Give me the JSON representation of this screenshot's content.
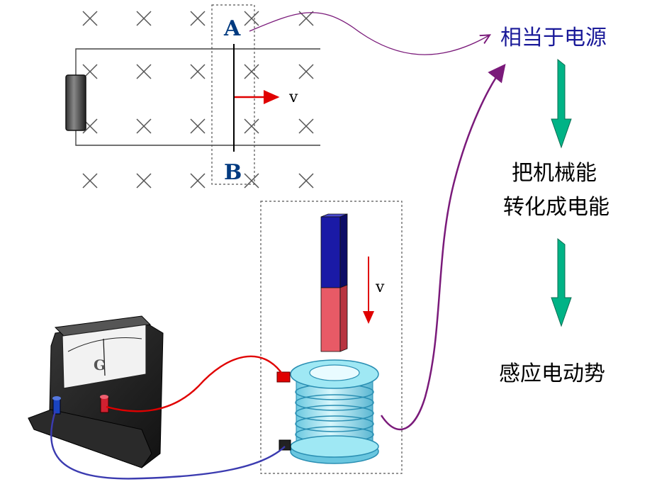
{
  "labels": {
    "rod_top": "A",
    "rod_bottom": "B",
    "rod_velocity": "v",
    "magnet_velocity": "v",
    "galvanometer": "G"
  },
  "flow": {
    "power_source": "相当于电源",
    "conversion_line1": "把机械能",
    "conversion_line2": "转化成电能",
    "result": "感应电动势"
  },
  "colors": {
    "cross_marks": "#555555",
    "rail": "#444444",
    "rod": "#000000",
    "rod_velocity": "#e00000",
    "label_blue": "#003a80",
    "flow_text": "#1a1a99",
    "arrow_fill": "#00b386",
    "arrow_stroke": "#0a6e52",
    "curve": "#7a1a7a",
    "magnet_north": "#1a1aa6",
    "magnet_south": "#e85a66",
    "coil": "#9fe8f4",
    "coil_edge": "#2a8fb3",
    "wire_red": "#e00000",
    "wire_blue": "#3b3bb0"
  }
}
